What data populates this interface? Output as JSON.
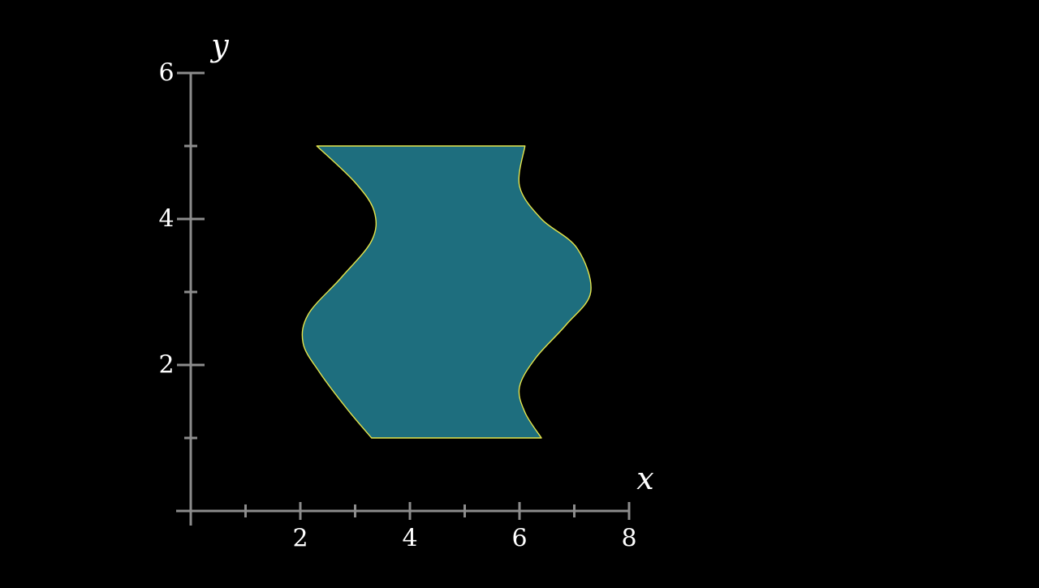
{
  "chart_data": {
    "type": "area",
    "title": "",
    "xlabel": "x",
    "ylabel": "y",
    "xlim": [
      0,
      8
    ],
    "ylim": [
      0,
      6
    ],
    "x_ticks": [
      1,
      2,
      3,
      4,
      5,
      6,
      7,
      8
    ],
    "x_tick_labels": [
      {
        "value": 2,
        "label": "2"
      },
      {
        "value": 4,
        "label": "4"
      },
      {
        "value": 6,
        "label": "6"
      },
      {
        "value": 8,
        "label": "8"
      }
    ],
    "y_ticks": [
      1,
      2,
      3,
      4,
      5,
      6
    ],
    "y_tick_labels": [
      {
        "value": 2,
        "label": "2"
      },
      {
        "value": 4,
        "label": "4"
      },
      {
        "value": 6,
        "label": "6"
      }
    ],
    "grid": false,
    "region": {
      "y_range": [
        1,
        5
      ],
      "left_boundary": [
        [
          3.3,
          1.0
        ],
        [
          2.85,
          1.4
        ],
        [
          2.35,
          1.9
        ],
        [
          2.05,
          2.3
        ],
        [
          2.15,
          2.7
        ],
        [
          2.75,
          3.2
        ],
        [
          3.3,
          3.7
        ],
        [
          3.35,
          4.1
        ],
        [
          3.0,
          4.5
        ],
        [
          2.3,
          5.0
        ]
      ],
      "right_boundary": [
        [
          6.4,
          1.0
        ],
        [
          6.1,
          1.35
        ],
        [
          6.0,
          1.7
        ],
        [
          6.3,
          2.1
        ],
        [
          6.85,
          2.55
        ],
        [
          7.3,
          3.0
        ],
        [
          7.05,
          3.6
        ],
        [
          6.4,
          4.0
        ],
        [
          6.0,
          4.45
        ],
        [
          6.1,
          5.0
        ]
      ]
    },
    "colors": {
      "background": "#000000",
      "axis": "#8c8c8c",
      "fill": "#1e6e7e",
      "stroke": "#e6e64c",
      "text": "#ffffff"
    }
  }
}
